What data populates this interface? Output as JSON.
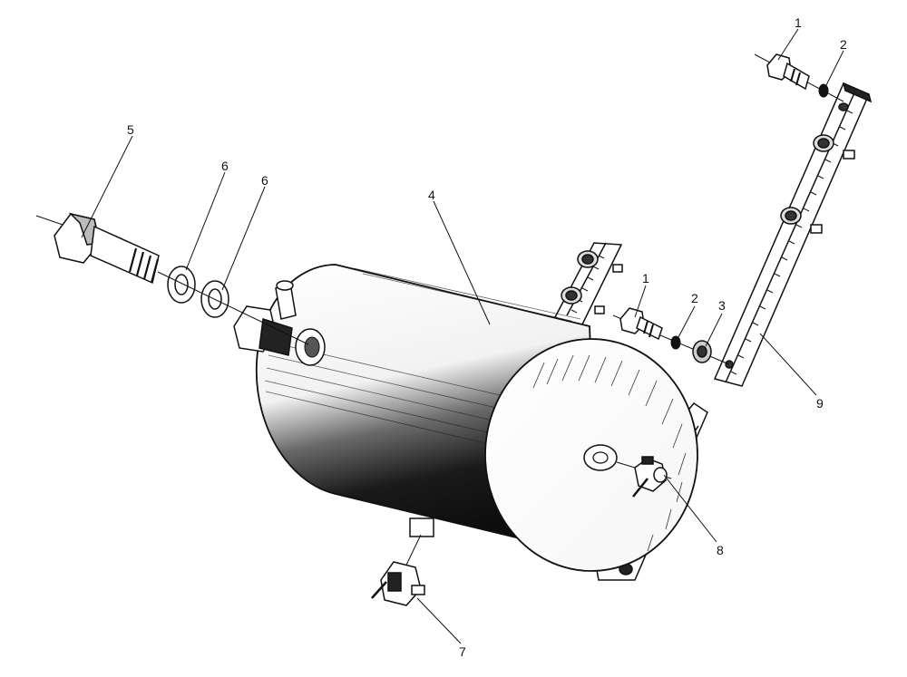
{
  "diagram": {
    "type": "exploded-assembly-drawing",
    "colors": {
      "ink": "#111111",
      "paper": "#ffffff",
      "shade": "#1a1a1a"
    },
    "callouts": [
      {
        "id": "c5",
        "label": "5"
      },
      {
        "id": "c6a",
        "label": "6"
      },
      {
        "id": "c6b",
        "label": "6"
      },
      {
        "id": "c4",
        "label": "4"
      },
      {
        "id": "c1a",
        "label": "1"
      },
      {
        "id": "c2a",
        "label": "2"
      },
      {
        "id": "c1b",
        "label": "1"
      },
      {
        "id": "c2b",
        "label": "2"
      },
      {
        "id": "c3",
        "label": "3"
      },
      {
        "id": "c9",
        "label": "9"
      },
      {
        "id": "c8",
        "label": "8"
      },
      {
        "id": "c7",
        "label": "7"
      }
    ]
  }
}
